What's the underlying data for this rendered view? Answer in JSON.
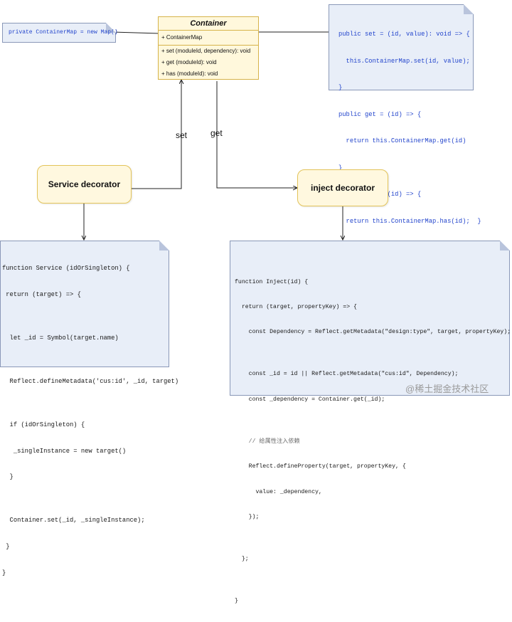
{
  "container": {
    "title": "Container",
    "field": "+ ContainerMap",
    "methods": [
      "+ set (moduleId, dependency): void",
      "+ get (moduleId): void",
      "+ has (moduleId): void"
    ]
  },
  "private_note": "private ContainerMap = new Map()",
  "methods_note": {
    "lines": [
      "public set = (id, value): void => {",
      "  this.ContainerMap.set(id, value);",
      "}",
      "public get = (id) => {",
      "  return this.ContainerMap.get(id)",
      "}",
      "public has = (id) => {",
      "  return this.ContainerMap.has(id);  }"
    ]
  },
  "arrows": {
    "set_label": "set",
    "get_label": "get"
  },
  "service_decorator": {
    "label": "Service decorator"
  },
  "inject_decorator": {
    "label": "inject decorator"
  },
  "service_code": {
    "lines": [
      "function Service (idOrSingleton) {",
      " return (target) => {",
      "",
      "  let _id = Symbol(target.name)",
      "",
      "  Reflect.defineMetadata('cus:id', _id, target)",
      "",
      "  if (idOrSingleton) {",
      "   _singleInstance = new target()",
      "  }",
      "",
      "  Container.set(_id, _singleInstance);",
      " }",
      "}"
    ]
  },
  "inject_code": {
    "lines": [
      "function Inject(id) {",
      "  return (target, propertyKey) => {",
      "    const Dependency = Reflect.getMetadata(\"design:type\", target, propertyKey);",
      "",
      "    const _id = id || Reflect.getMetadata(\"cus:id\", Dependency);",
      "    const _dependency = Container.get(_id);",
      "",
      "    // 给属性注入依赖",
      "    Reflect.defineProperty(target, propertyKey, {",
      "      value: _dependency,",
      "    });",
      "",
      "  };",
      "",
      "}"
    ]
  },
  "watermark": "@稀土掘金技术社区"
}
